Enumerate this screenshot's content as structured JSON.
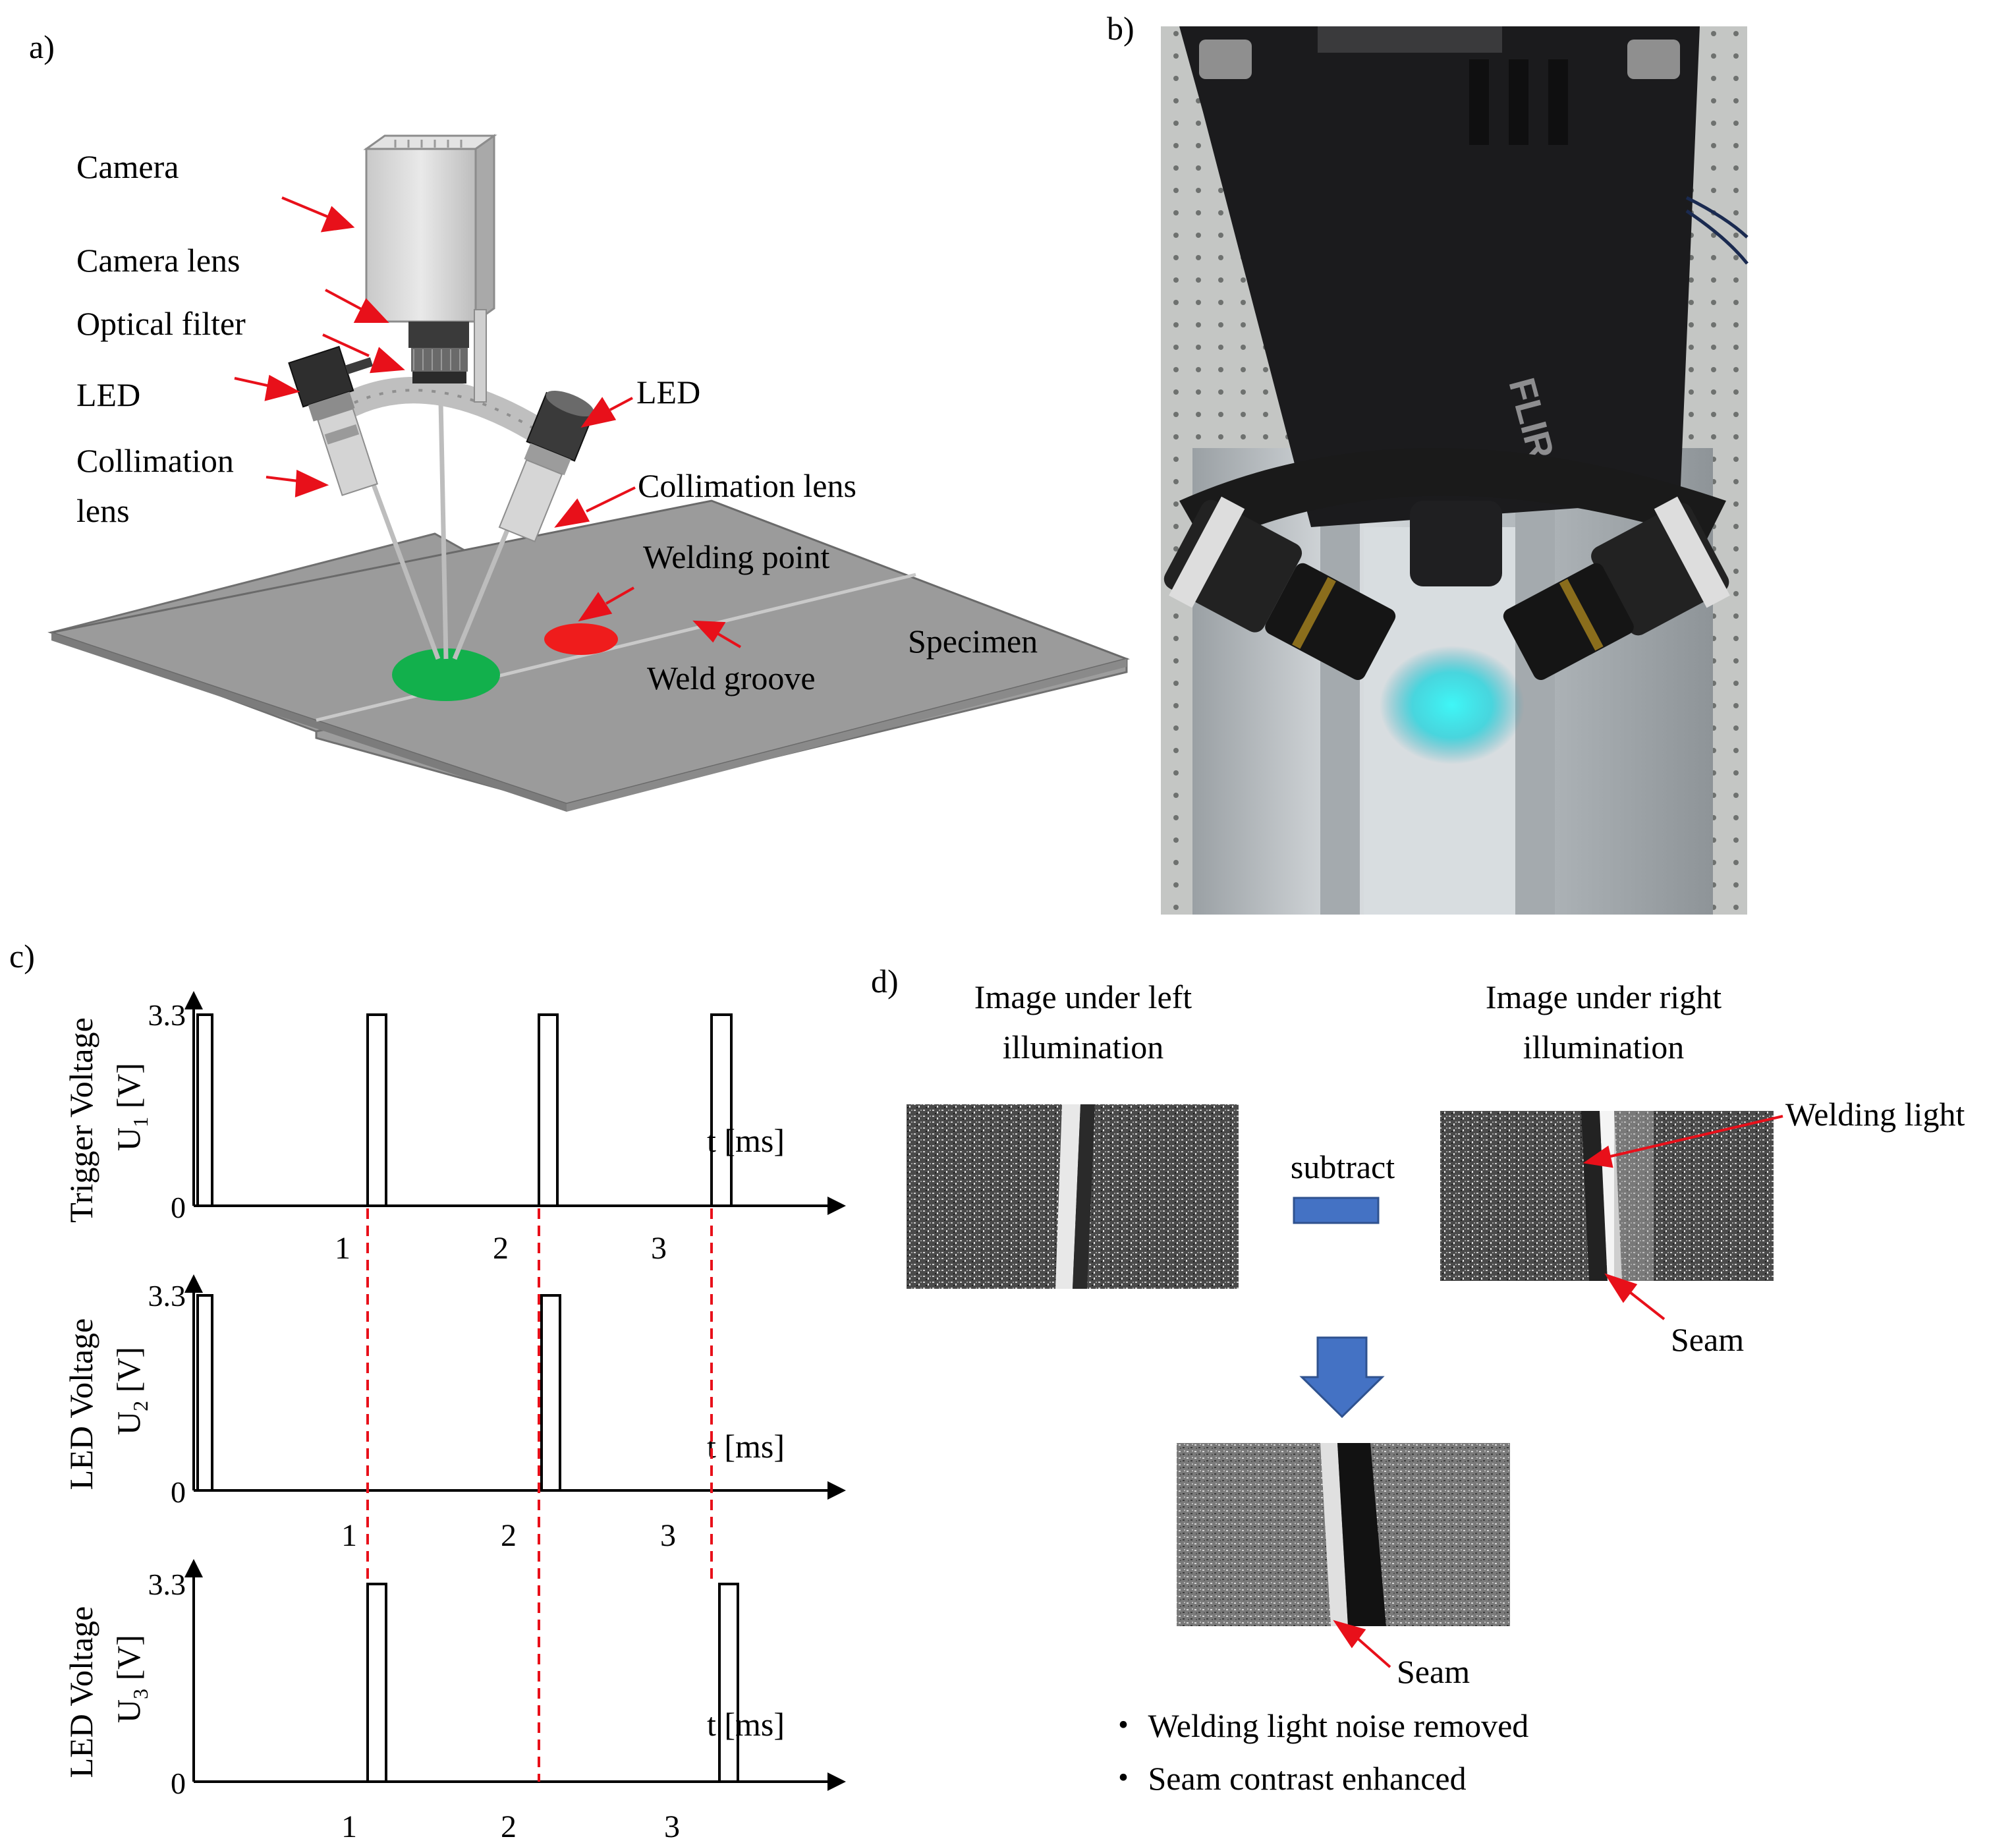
{
  "panels": {
    "a": {
      "letter": "a)",
      "labels": {
        "camera": "Camera",
        "camera_lens": "Camera lens",
        "optical_filter": "Optical filter",
        "led_left": "LED",
        "collimation_left_1": "Collimation",
        "collimation_left_2": "lens",
        "led_right": "LED",
        "collimation_right": "Collimation lens",
        "welding_point": "Welding point",
        "weld_groove": "Weld groove",
        "specimen": "Specimen"
      }
    },
    "b": {
      "letter": "b)",
      "brand": "FLIR"
    },
    "c": {
      "letter": "c)",
      "tick_high": "3.3",
      "tick_zero": "0",
      "x_label": "t [ms]",
      "x_ticks": [
        "1",
        "2",
        "3"
      ],
      "plots": [
        {
          "ylabel_1": "Trigger Voltage",
          "ylabel_2": "U",
          "ylabel_sub": "1",
          "ylabel_unit": " [V]"
        },
        {
          "ylabel_1": "LED Voltage",
          "ylabel_2": "U",
          "ylabel_sub": "2",
          "ylabel_unit": " [V]"
        },
        {
          "ylabel_1": "LED Voltage",
          "ylabel_2": "U",
          "ylabel_sub": "3",
          "ylabel_unit": " [V]"
        }
      ]
    },
    "d": {
      "letter": "d)",
      "left_title_1": "Image under left",
      "left_title_2": "illumination",
      "right_title_1": "Image under right",
      "right_title_2": "illumination",
      "subtract": "subtract",
      "welding_light": "Welding light",
      "seam_right": "Seam",
      "seam_result": "Seam",
      "bullet_1": "・ Welding light noise removed",
      "bullet_2": "・ Seam contrast enhanced"
    }
  },
  "colors": {
    "arrow_red": "#e8101a",
    "specimen_gray": "#9b9b9b",
    "led_spot_green": "#12b04c",
    "weld_spot_red": "#ef1c1c",
    "dashed_red": "#e8101a",
    "block_blue": "#4472c4"
  }
}
